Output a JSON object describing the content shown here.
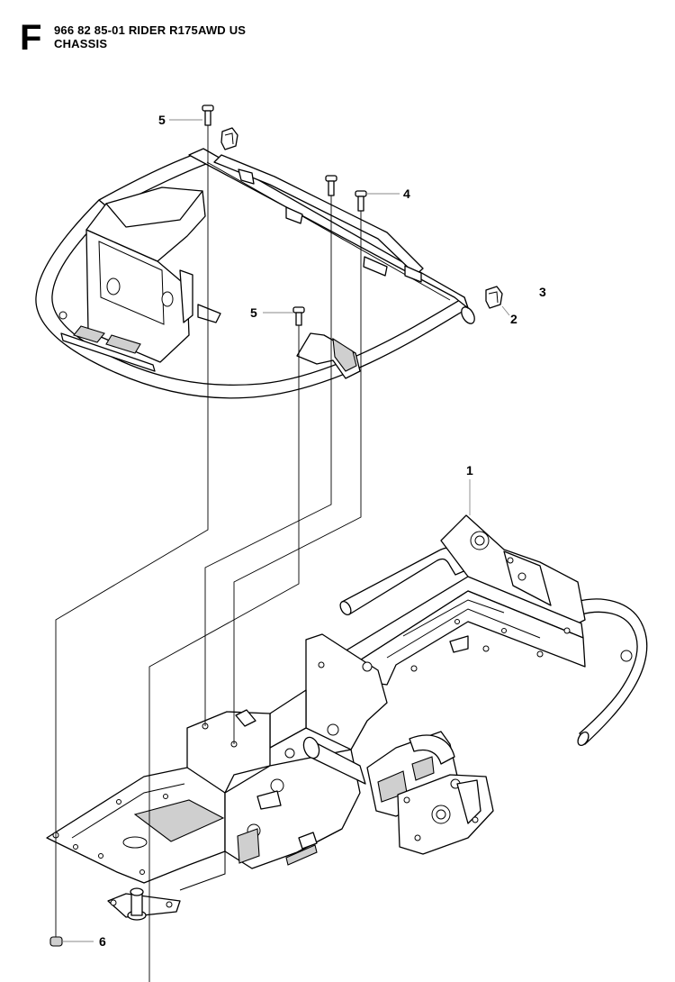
{
  "header": {
    "section_letter": "F",
    "title_line": "966 82 85-01 RIDER R175AWD US",
    "subtitle_line": "CHASSIS"
  },
  "callouts": {
    "c1": "1",
    "c2": "2",
    "c3": "3",
    "c4": "4",
    "c5a": "5",
    "c5b": "5",
    "c6": "6"
  }
}
